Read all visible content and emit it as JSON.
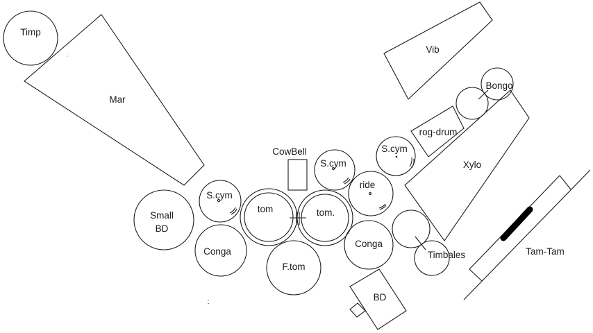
{
  "title": "Percussion stage setup",
  "colors": {
    "stroke": "#1a1a1a",
    "background": "#ffffff",
    "mallet": "#000000"
  },
  "instruments": {
    "timp": {
      "label": "Timp",
      "shape": "circle"
    },
    "marimba": {
      "label": "Mar",
      "shape": "trapezoid"
    },
    "vibraphone": {
      "label": "Vib",
      "shape": "trapezoid"
    },
    "bongo": {
      "label": "Bongo",
      "shape": "circle-pair"
    },
    "rog_drum": {
      "label": "rog-drum",
      "shape": "rectangle"
    },
    "xylophone": {
      "label": "Xylo",
      "shape": "trapezoid"
    },
    "tam_tam": {
      "label": "Tam-Tam",
      "shape": "stand"
    },
    "timbales": {
      "label": "Timbales",
      "shape": "circle-pair"
    },
    "cowbell": {
      "label": "CowBell",
      "shape": "rectangle"
    },
    "suspended_cymbal_left": {
      "label": "S.cym",
      "shape": "circle"
    },
    "suspended_cymbal_center": {
      "label": "S.cym",
      "shape": "circle"
    },
    "suspended_cymbal_right": {
      "label": "S.cym",
      "shape": "circle"
    },
    "ride": {
      "label": "ride",
      "shape": "circle"
    },
    "small_bass_drum": {
      "label_line1": "Small",
      "label_line2": "BD",
      "shape": "circle"
    },
    "conga_left": {
      "label": "Conga",
      "shape": "circle"
    },
    "conga_right": {
      "label": "Conga",
      "shape": "circle"
    },
    "tom_left": {
      "label": "tom",
      "shape": "double-circle"
    },
    "tom_right": {
      "label": "tom.",
      "shape": "double-circle"
    },
    "floor_tom": {
      "label": "F.tom",
      "shape": "circle"
    },
    "bass_drum": {
      "label": "BD",
      "shape": "rectangle"
    }
  },
  "marks": {
    "colon": ":"
  }
}
